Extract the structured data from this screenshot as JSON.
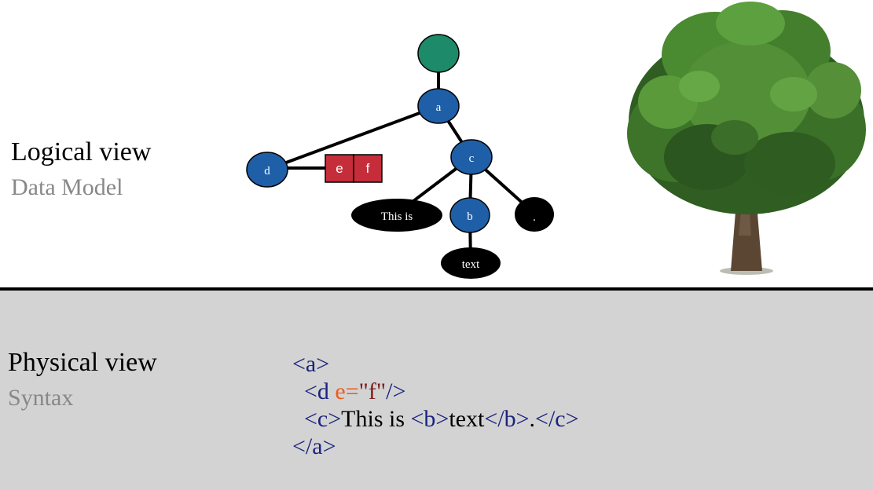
{
  "logical": {
    "title": "Logical view",
    "subtitle": "Data Model"
  },
  "physical": {
    "title": "Physical view",
    "subtitle": "Syntax"
  },
  "diagram": {
    "nodes": {
      "a": "a",
      "c": "c",
      "d": "d",
      "b": "b",
      "this_is": "This is",
      "text": "text",
      "dot": ".",
      "attr_e": "e",
      "attr_f": "f"
    }
  },
  "code": {
    "line1": {
      "open": "<a>"
    },
    "line2": {
      "tag_open": "<d ",
      "attr": "e=",
      "value": "\"f\"",
      "tag_close": "/>"
    },
    "line3": {
      "c_open": "<c>",
      "text1": "This is ",
      "b_open": "<b>",
      "text2": "text",
      "b_close": "</b>",
      "text3": ".",
      "c_close": "</c>"
    },
    "line4": {
      "close": "</a>"
    }
  },
  "colors": {
    "root_node": "#1d8a6a",
    "element_node": "#1f5fa8",
    "text_node": "#000000",
    "attribute_box": "#c62d3a",
    "tag": "#1a237e",
    "attr_name": "#f05a1a",
    "attr_value": "#7a1a1a"
  }
}
